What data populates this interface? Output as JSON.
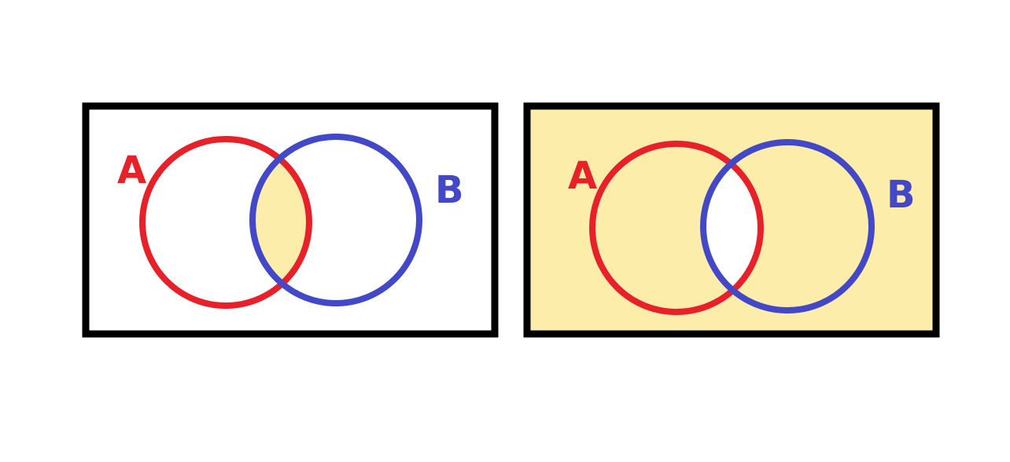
{
  "colors": {
    "background": "#ffffff",
    "frame": "#000000",
    "set_a": "#e8202a",
    "set_b": "#4348c8",
    "shade": "#fcedaa",
    "unshaded": "#ffffff"
  },
  "diagrams": [
    {
      "shaded_region": "intersection",
      "set_a_label": "A",
      "set_b_label": "B"
    },
    {
      "shaded_region": "complement-of-intersection",
      "set_a_label": "A",
      "set_b_label": "B"
    }
  ]
}
